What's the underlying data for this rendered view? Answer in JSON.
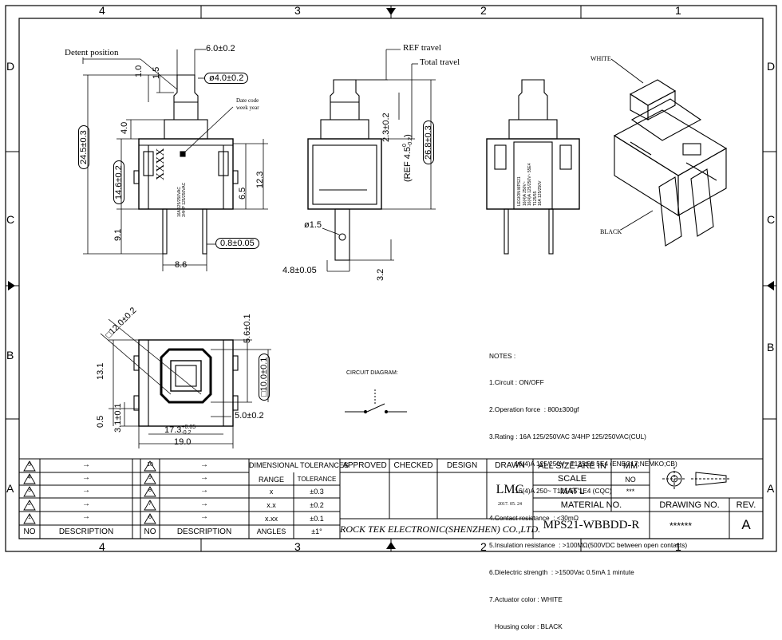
{
  "grid": {
    "top_cols": [
      "4",
      "3",
      "2",
      "1"
    ],
    "bottom_cols": [
      "4",
      "3",
      "2",
      "1"
    ],
    "left_rows": [
      "D",
      "C",
      "B",
      "A"
    ],
    "right_rows": [
      "D",
      "C",
      "B",
      "A"
    ]
  },
  "drawing": {
    "detent_position": "Detent position",
    "date_code": "Date code",
    "week_year": "week year",
    "ref_travel": "REF travel",
    "total_travel": "Total travel",
    "white": "WHITE",
    "black": "BLACK",
    "dims": {
      "d_6_0": "6.0±0.2",
      "d_4_0": "ø4.0±0.2",
      "d_1_0": "1.0",
      "d_1_5": "1.5",
      "d_24_5": "24.5±0.3",
      "d_4_0b": "4.0",
      "d_14_6": "14.6±0.2",
      "d_9_1": "9.1",
      "d_8_6": "8.6",
      "d_0_8": "0.8±0.05",
      "d_6_5": "6.5",
      "d_12_3": "12.3",
      "d_2_3": "2.3±0.2",
      "d_ref45": "(REF 4.5",
      "d_ref45_sup": "0",
      "d_ref45_sub": "-0.2",
      "d_ref45_close": ")",
      "d_26_8": "26.8±0.3",
      "d_phi15": "ø1.5",
      "d_4_8": "4.8±0.05",
      "d_3_2": "3.2",
      "d_12_0": "□12.0±0.2",
      "d_5_6": "5.6±0.1",
      "d_13_1": "13.1",
      "d_10_0": "□10.0±0.1",
      "d_0_5": "0.5",
      "d_3_1": "3.1±0.1",
      "d_5_0": "5.0±0.2",
      "d_17_3": "17.3",
      "d_17_3_sup": "+0.05",
      "d_17_3_sub": "-0.2",
      "d_19_0": "19.0"
    },
    "side_label_lines": [
      "16A 125/250VAC",
      "3/4HP 125/250VAC"
    ],
    "front_label_lines": [
      "LEGION MPS21",
      "16(4)A 250V~",
      "16(4)A 125/250V~ 55E4",
      "T125/55",
      "16A 125/250V"
    ],
    "xxxx": "XXXX",
    "circuit_diagram": "CIRCUIT DIAGRAM:"
  },
  "notes": {
    "title": "NOTES :",
    "lines": [
      "1.Circuit : ON/OFF",
      "2.Operation force  : 800±300gf",
      "3.Rating : 16A 125/250VAC 3/4HP 125/250VAC(CUL)",
      "              16(4)A 125/250V~ T125/55 5E4 (ENEC17;NEMKO;CB)",
      "              16(4)A 250~ T125/55 1E4 (CQC)",
      "4.Contact resistance  : <30mΩ",
      "5.Insulation resistance  : >100MΩ(500VDC between open contacts)",
      "6.Dielectric strength  : >1500Vac 0.5mA 1 mintute",
      "7.Actuator color : WHITE",
      "   Housing color : BLACK"
    ]
  },
  "title_block": {
    "rev_rows_left": [
      "5",
      "4",
      "3",
      "2",
      "1"
    ],
    "rev_rows_right": [
      "10",
      "9",
      "8",
      "7",
      "6"
    ],
    "arrow": "→",
    "no": "NO",
    "description": "DESCRIPTION",
    "dim_tol": "DIMENSIONAL TOLERANCES",
    "range": "RANGE",
    "tolerance": "TOLERANCE",
    "tol_rows": [
      {
        "range": "x",
        "tol": "±0.3"
      },
      {
        "range": "x.x",
        "tol": "±0.2"
      },
      {
        "range": "x.xx",
        "tol": "±0.1"
      },
      {
        "range": "ANGLES",
        "tol": "±1°"
      }
    ],
    "approved": "APPROVED",
    "checked": "CHECKED",
    "design": "DESIGN",
    "drawn": "DRAWN",
    "drawn_by": "LMC",
    "drawn_date": "2017. 05. 24",
    "company": "ROCK TEK ELECTRONIC(SHENZHEN) CO.,LTD.",
    "all_size": "ALL SIZE ARE IN",
    "unit": "MM",
    "scale": "SCALE",
    "scale_val": "NO",
    "matl": "MAT'L",
    "matl_val": "***",
    "material_no": "MATERIAL NO.",
    "part_no": "MPS21-WBBDD-R",
    "drawing_no": "DRAWING NO.",
    "drawing_no_val": "******",
    "rev": "REV.",
    "rev_val": "A"
  }
}
